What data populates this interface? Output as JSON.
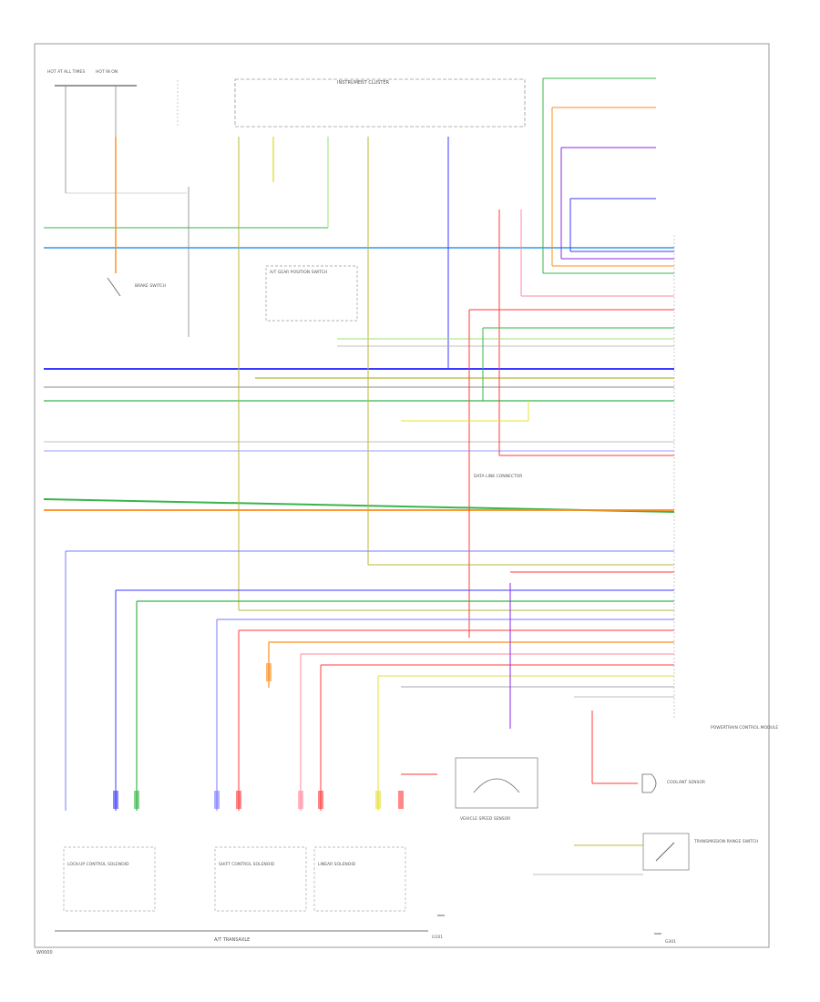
{
  "diagram": {
    "page_label": "W0000",
    "frame_label": "INSTRUMENT CLUSTER",
    "bottom_label": "A/T TRANSAXLE",
    "top_left_fuses": [
      "HOT AT ALL TIMES",
      "HOT IN ON"
    ],
    "ecm_label": "POWERTRAIN CONTROL MODULE",
    "components": [
      "BRAKE SWITCH",
      "A/T GEAR POSITION SWITCH",
      "COOLANT SENSOR",
      "DATA LINK CONNECTOR",
      "LOCK-UP CONTROL SOLENOID",
      "SHIFT CONTROL SOLENOID",
      "LINEAR SOLENOID",
      "VEHICLE SPEED SENSOR",
      "TRANSMISSION RANGE SWITCH",
      "G101",
      "G301"
    ],
    "colors": {
      "frame": "#9a9a9a",
      "blue": "#3b3bff",
      "light_blue": "#2e9be6",
      "green": "#39b54a",
      "light_green": "#9be07a",
      "orange": "#ff8c1a",
      "red": "#ff3b3b",
      "pink": "#ff8aa0",
      "yellow": "#e5e033",
      "olive": "#b8b83a",
      "purple": "#8a2be2",
      "brown": "#8b5a2b",
      "gray": "#888888"
    }
  }
}
